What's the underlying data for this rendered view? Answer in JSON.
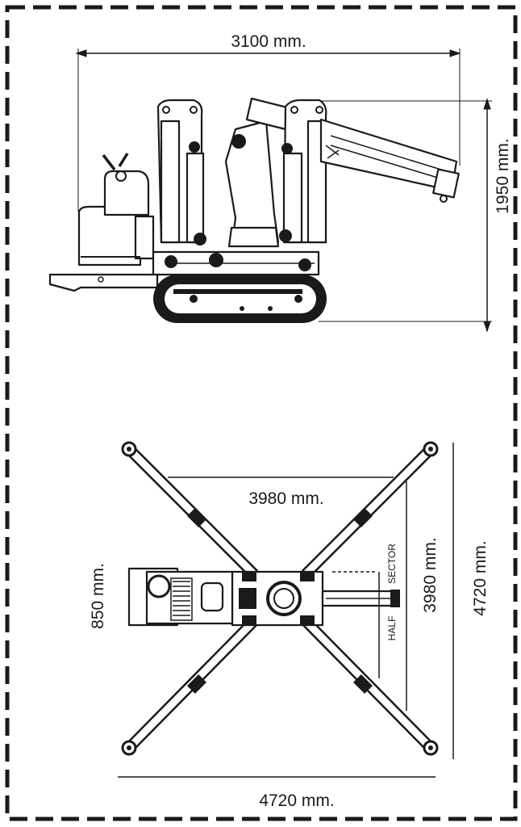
{
  "side_view": {
    "overall_length": "3100 mm.",
    "overall_height": "1950 mm."
  },
  "top_view": {
    "inner_span": "3980 mm.",
    "inner_vertical": "3980 mm.",
    "outer_horizontal": "4720 mm.",
    "outer_vertical": "4720 mm.",
    "body_width": "850 mm.",
    "half_label": "HALF",
    "sector_label": "SECTOR"
  },
  "colors": {
    "line": "#1a1a1a",
    "background": "#ffffff"
  }
}
